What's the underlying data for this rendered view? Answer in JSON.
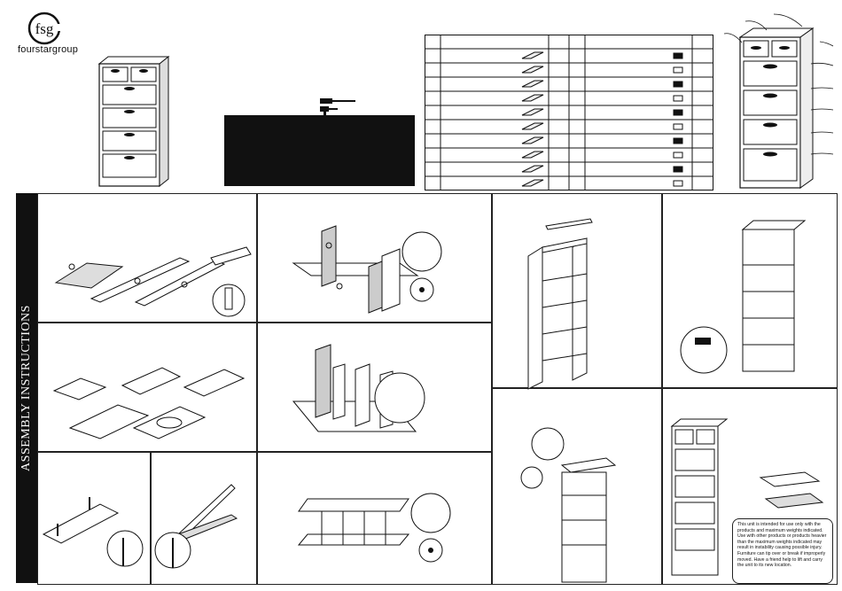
{
  "brand": {
    "logo_monogram": "fsg",
    "name": "fourstargroup"
  },
  "section_title": "ASSEMBLY INSTRUCTIONS",
  "safety_notice": "This unit is intended for use only with the products and maximum weights indicated. Use with other products or products heavier than the maximum weights indicated may result in instability causing possible injury. Furniture can tip over or break if improperly moved. Have a friend help to lift and carry the unit to its new location.",
  "icons": {
    "logo": "fsg-logo-icon",
    "tools": [
      "screwdriver-icon",
      "hammer-icon"
    ],
    "hardware": [
      "spring-icon",
      "screw-icon",
      "cam-lock-icon",
      "dowel-icon",
      "bracket-icon",
      "clip-icon",
      "pin-icon",
      "cam-nut-icon",
      "screw-long-icon",
      "washer-icon"
    ]
  },
  "colors": {
    "ink": "#111111",
    "panel_stipple": "#bbbbbb"
  }
}
